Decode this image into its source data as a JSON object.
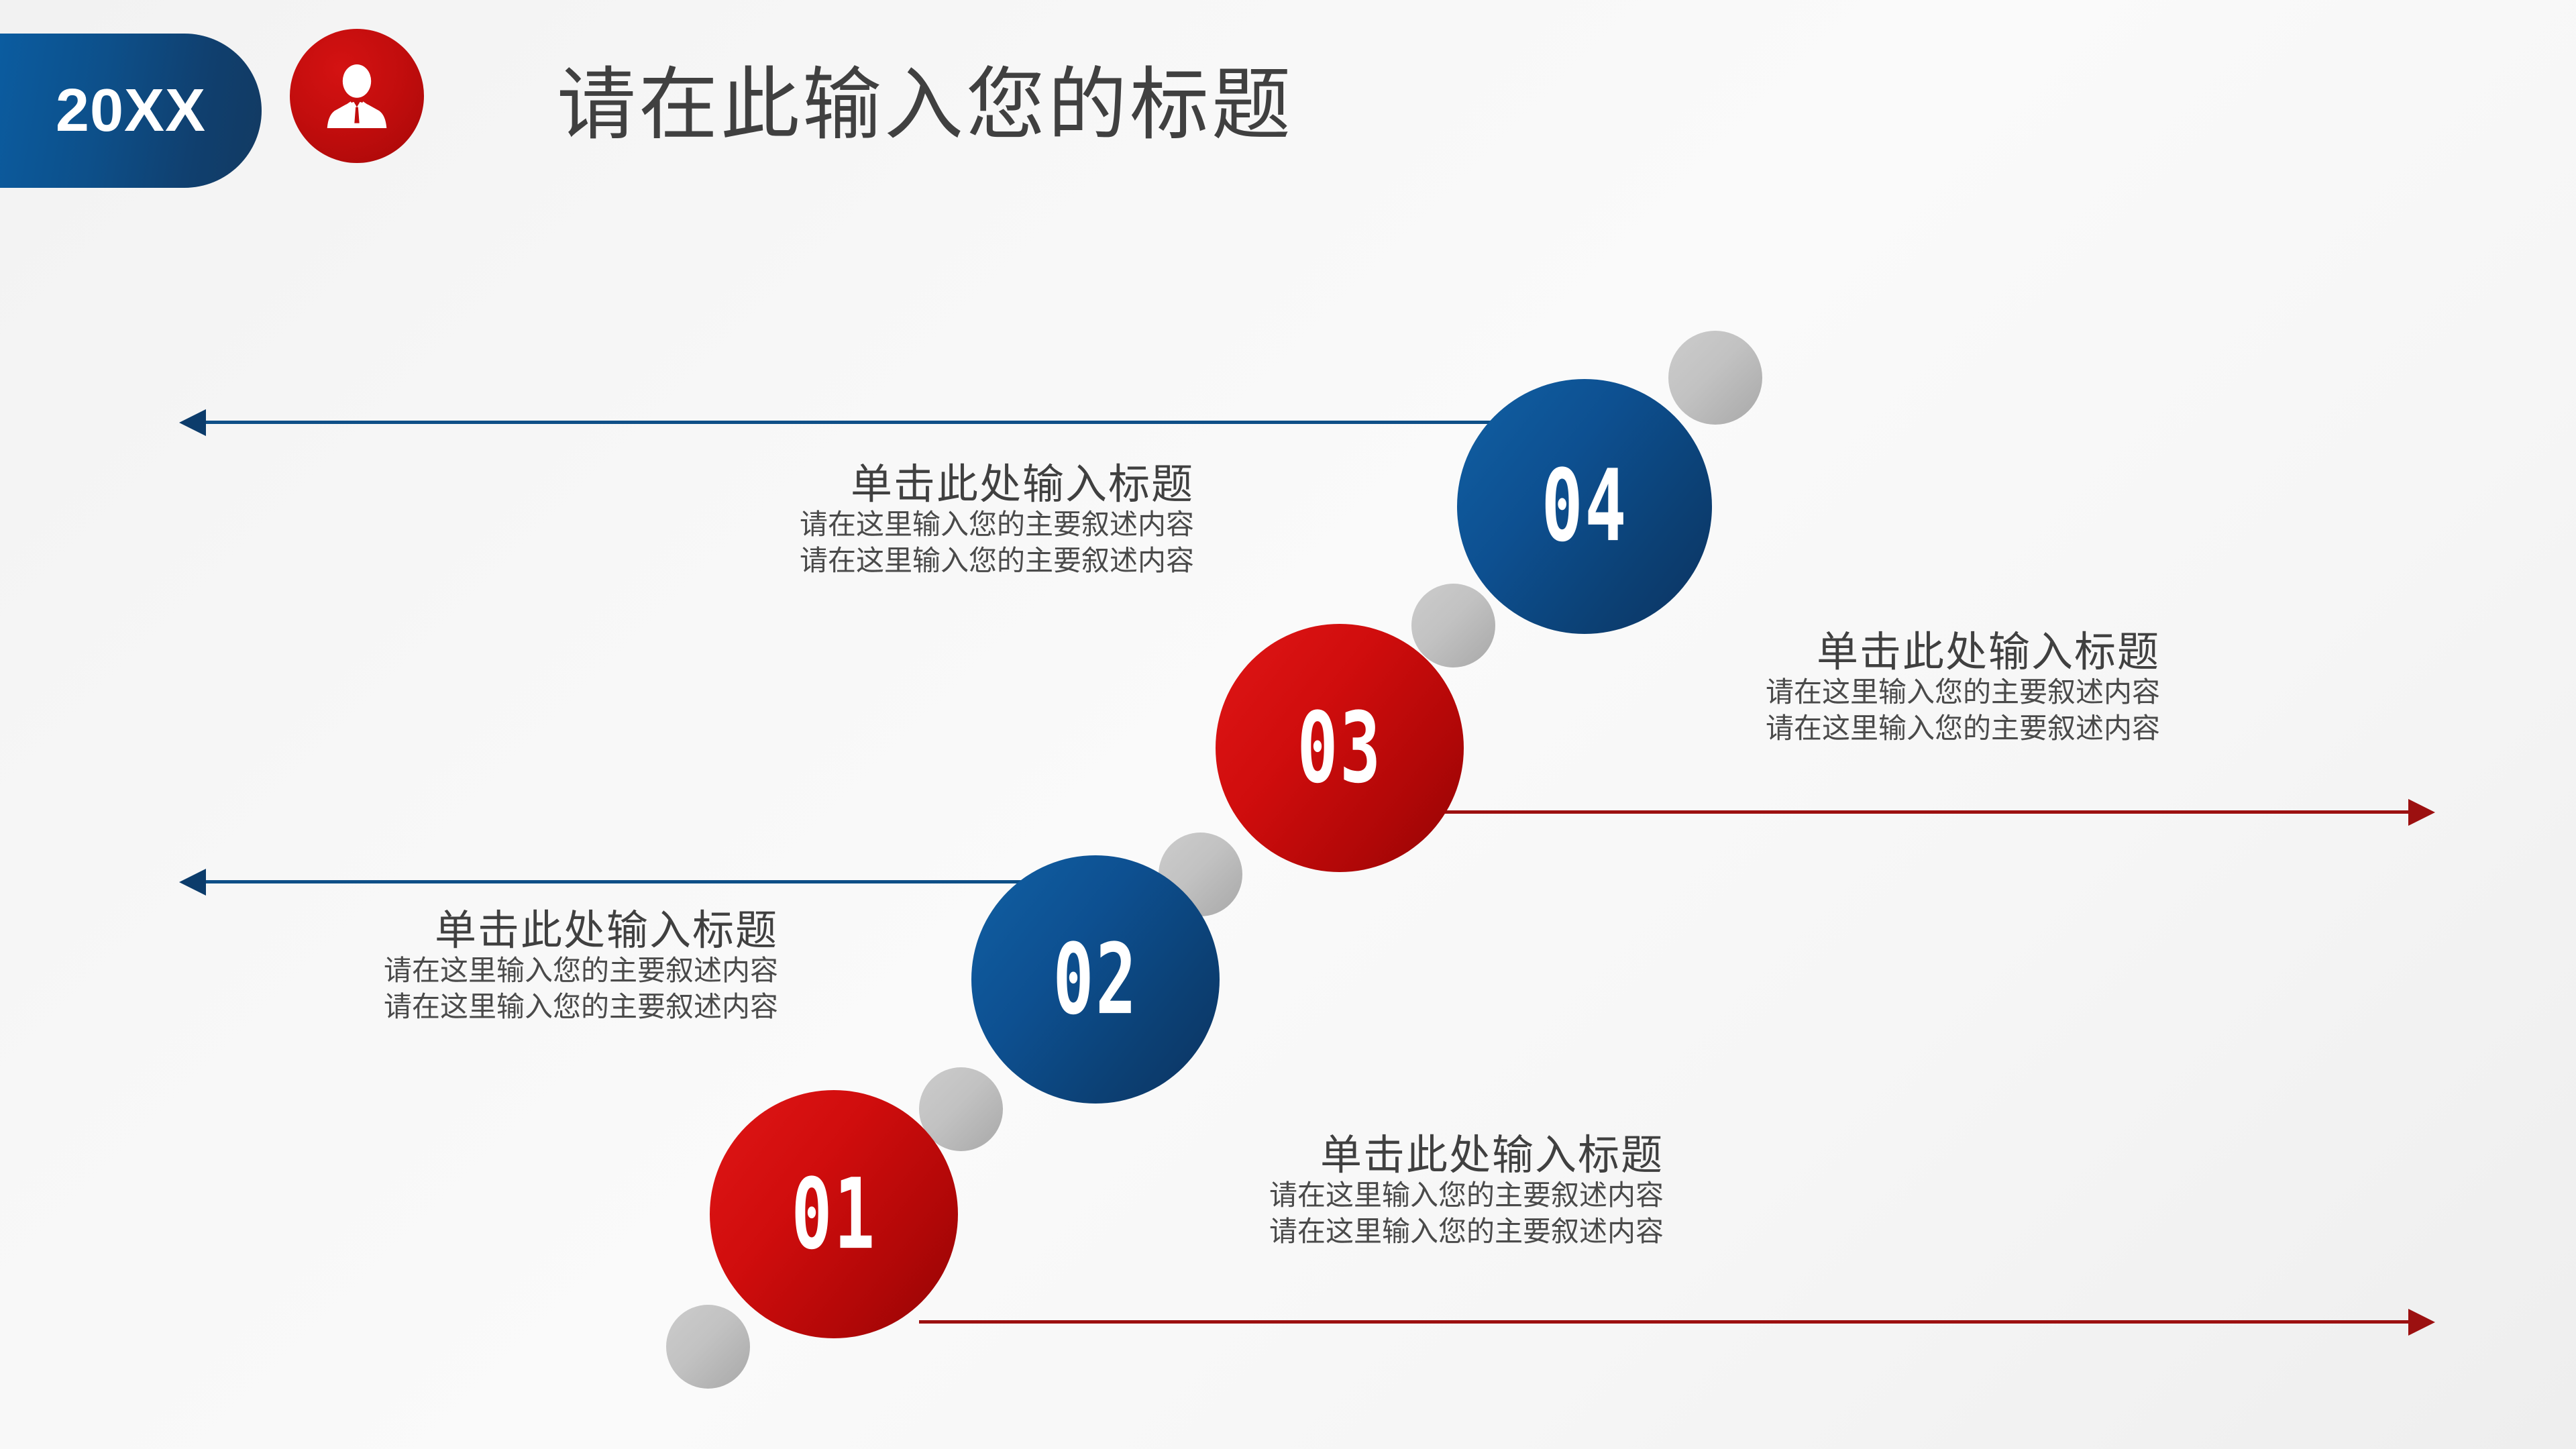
{
  "header": {
    "year_badge": "20XX",
    "avatar_icon": "businessperson-icon",
    "title": "请在此输入您的标题"
  },
  "colors": {
    "blue_dark": "#0c3c6b",
    "blue": "#0d5091",
    "red": "#c20d0d",
    "red_dark": "#9c1010",
    "gray": "#c2c2c2",
    "text": "#404040",
    "background": "#f5f5f5"
  },
  "nodes": [
    {
      "number": "04",
      "color": "blue",
      "title": "单击此处输入标题",
      "lines": [
        "请在这里输入您的主要叙述内容",
        "请在这里输入您的主要叙述内容"
      ]
    },
    {
      "number": "03",
      "color": "red",
      "title": "单击此处输入标题",
      "lines": [
        "请在这里输入您的主要叙述内容",
        "请在这里输入您的主要叙述内容"
      ]
    },
    {
      "number": "02",
      "color": "blue",
      "title": "单击此处输入标题",
      "lines": [
        "请在这里输入您的主要叙述内容",
        "请在这里输入您的主要叙述内容"
      ]
    },
    {
      "number": "01",
      "color": "red",
      "title": "单击此处输入标题",
      "lines": [
        "请在这里输入您的主要叙述内容",
        "请在这里输入您的主要叙述内容"
      ]
    }
  ],
  "arrows": [
    {
      "direction": "left",
      "color": "blue"
    },
    {
      "direction": "right",
      "color": "red"
    },
    {
      "direction": "left",
      "color": "blue"
    },
    {
      "direction": "right",
      "color": "red"
    }
  ]
}
